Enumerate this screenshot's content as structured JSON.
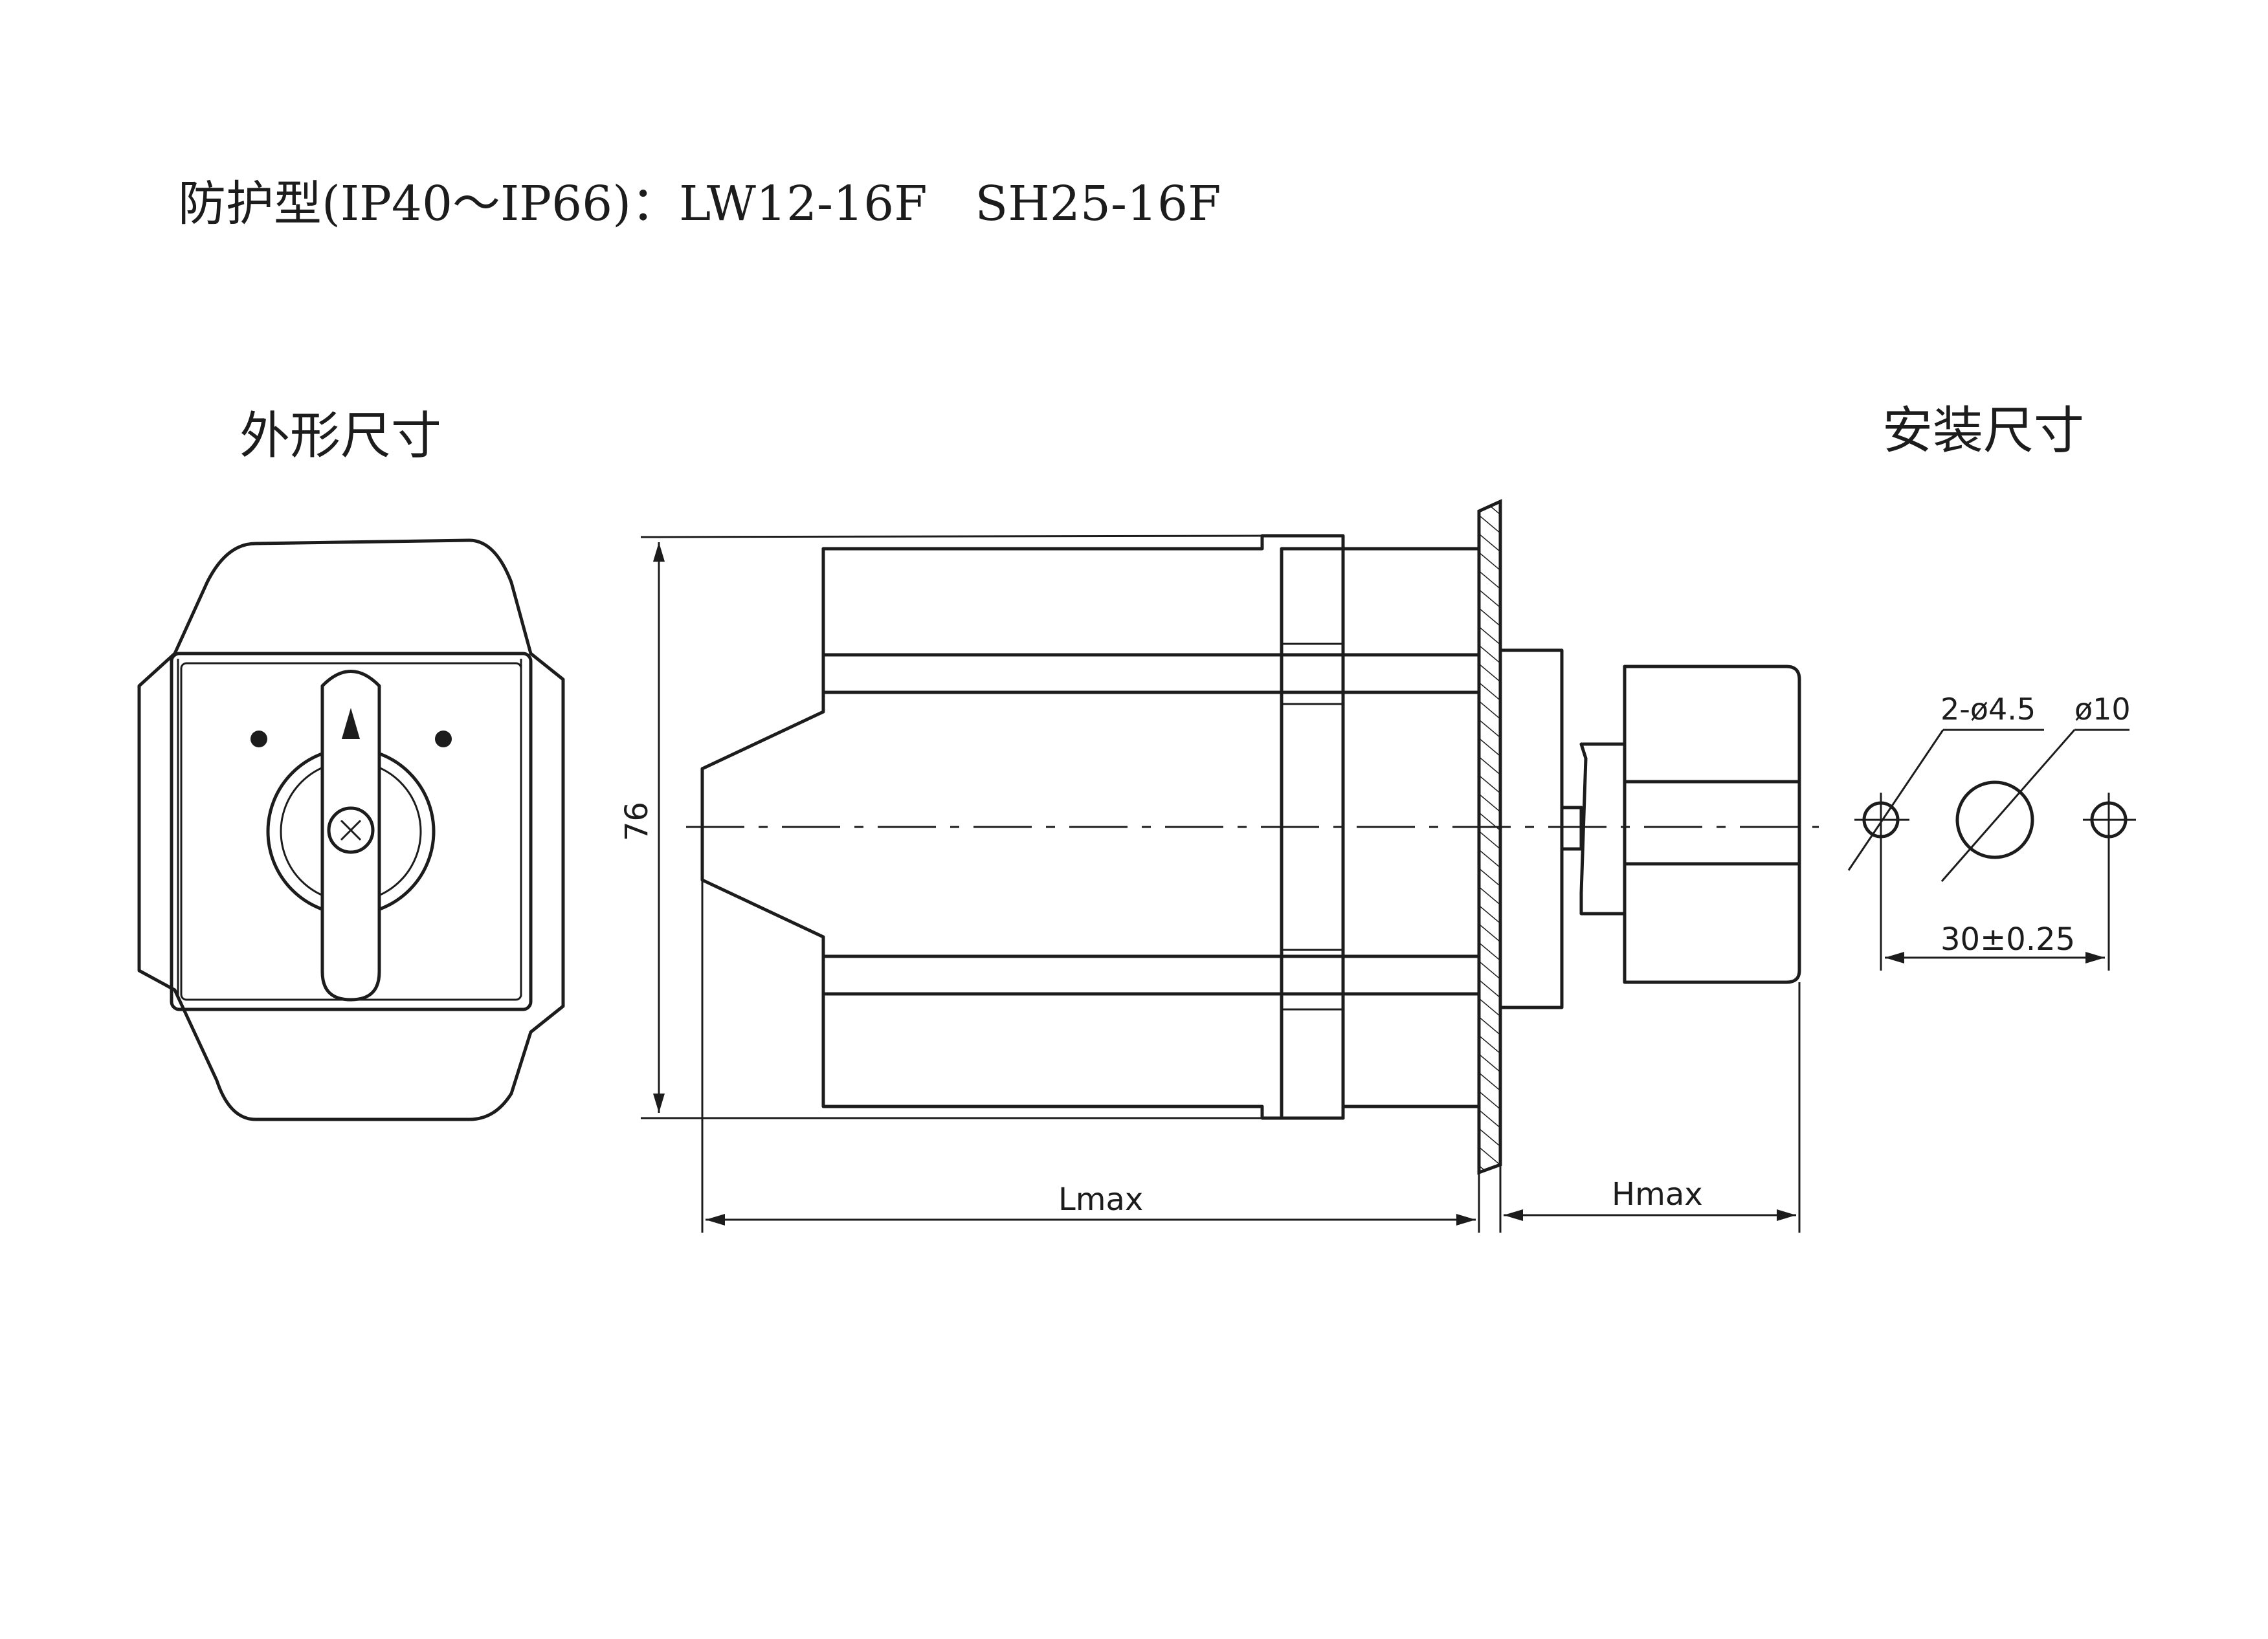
{
  "title": "防护型(IP40～IP66)：LW12-16F　SH25-16F",
  "labels": {
    "outline": "外形尺寸",
    "mounting": "安装尺寸"
  },
  "dimensions": {
    "height": "76",
    "length": "Lmax",
    "handle_depth": "Hmax",
    "small_holes": "2-ø4.5",
    "center_hole": "ø10",
    "spacing": "30±0.25"
  }
}
